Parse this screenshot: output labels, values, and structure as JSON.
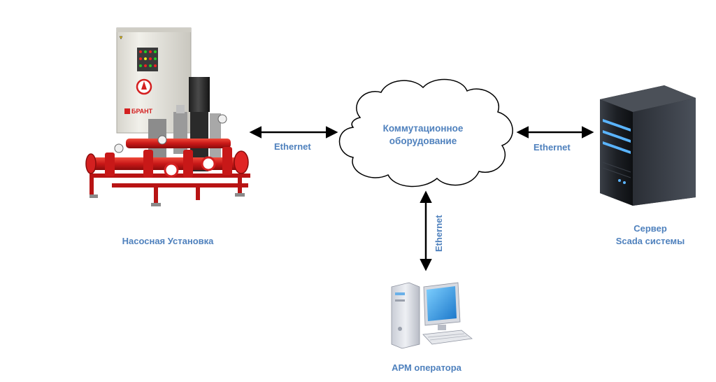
{
  "nodes": {
    "pump": {
      "label": "Насосная Установка",
      "brand": "БРАНТ"
    },
    "network": {
      "line1": "Коммутационное",
      "line2": "оборудование"
    },
    "server": {
      "line1": "Сервер",
      "line2": "Scada системы"
    },
    "operator": {
      "label": "АРМ оператора"
    }
  },
  "links": {
    "pump_network": "Ethernet",
    "network_server": "Ethernet",
    "network_operator": "Ethernet"
  },
  "colors": {
    "label": "#4f81bd",
    "pump_red": "#d42020",
    "cabinet": "#e8e6df",
    "server_dark": "#1c1f24",
    "server_led": "#5ab4ff",
    "arrow": "#000000"
  }
}
